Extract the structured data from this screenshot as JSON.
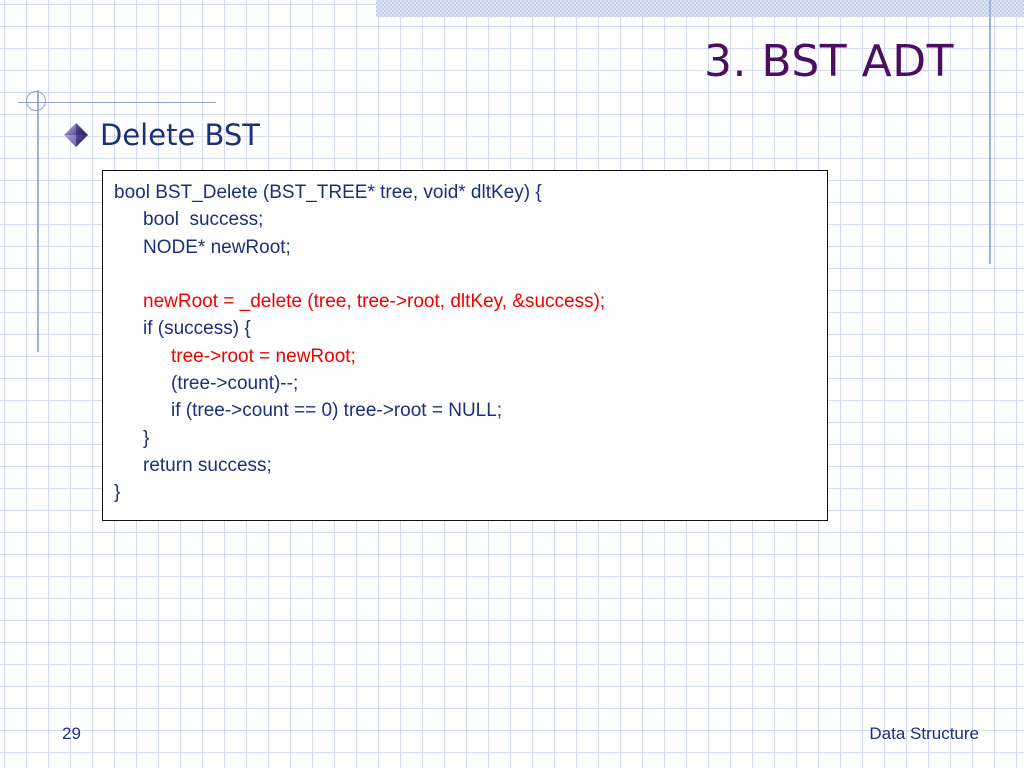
{
  "slide": {
    "title": "3. BST ADT",
    "bullet": "Delete BST",
    "page_number": "29",
    "footer": "Data Structure",
    "colors": {
      "title": "#4b0f61",
      "text": "#1c2f7a",
      "highlight": "#f30000",
      "grid": "#d4dcef"
    },
    "icons": {
      "bullet": "diamond-bullet-icon"
    }
  },
  "code": {
    "lines": [
      {
        "text": "bool BST_Delete (BST_TREE* tree, void* dltKey) {",
        "indent": 0,
        "highlight": false
      },
      {
        "text": "bool  success;",
        "indent": 1,
        "highlight": false
      },
      {
        "text": "NODE* newRoot;",
        "indent": 1,
        "highlight": false
      },
      {
        "text": "",
        "indent": 0,
        "highlight": false
      },
      {
        "text": "newRoot = _delete (tree, tree->root, dltKey, &success);",
        "indent": 1,
        "highlight": true
      },
      {
        "text": "if (success) {",
        "indent": 1,
        "highlight": false
      },
      {
        "text": "tree->root = newRoot;",
        "indent": 2,
        "highlight": true
      },
      {
        "text": "(tree->count)--;",
        "indent": 2,
        "highlight": false
      },
      {
        "text": "if (tree->count == 0) tree->root = NULL;",
        "indent": 2,
        "highlight": false
      },
      {
        "text": "}",
        "indent": 1,
        "highlight": false
      },
      {
        "text": "return success;",
        "indent": 1,
        "highlight": false
      },
      {
        "text": "}",
        "indent": 0,
        "highlight": false
      }
    ]
  }
}
